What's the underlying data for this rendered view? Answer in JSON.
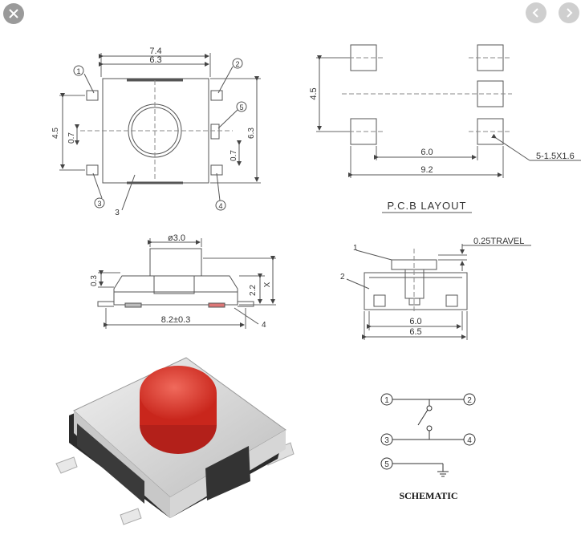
{
  "viewer": {
    "close_icon": "close-icon",
    "prev_icon": "chevron-left-icon",
    "next_icon": "chevron-right-icon"
  },
  "top_view": {
    "dim_width_outer": "7.4",
    "dim_width_inner": "6.3",
    "dim_height_left": "4.5",
    "dim_gap_left": "0.7",
    "dim_height_right": "6.3",
    "dim_gap_right": "0.7",
    "pin1": "1",
    "pin2": "2",
    "pin3": "3",
    "pin4": "4",
    "pin5": "5",
    "label3": "3"
  },
  "pcb_layout": {
    "title": "P.C.B LAYOUT",
    "dim_vertical": "4.5",
    "dim_inner": "6.0",
    "dim_outer": "9.2",
    "pad_label": "5-1.5X1.6"
  },
  "side_view": {
    "dim_diameter": "ø3.0",
    "dim_small": "0.3",
    "dim_height": "2.2",
    "dim_x": "X",
    "dim_length": "8.2±0.3",
    "label4": "4"
  },
  "section_view": {
    "label1": "1",
    "label2": "2",
    "dim_travel": "0.25TRAVEL",
    "dim_inner": "6.0",
    "dim_outer": "6.5"
  },
  "schematic": {
    "title": "SCHEMATIC",
    "pin1": "1",
    "pin2": "2",
    "pin3": "3",
    "pin4": "4",
    "pin5": "5"
  },
  "colors": {
    "button_red": "#e23a2e",
    "metal": "#d9d9d9",
    "line": "#555555"
  }
}
